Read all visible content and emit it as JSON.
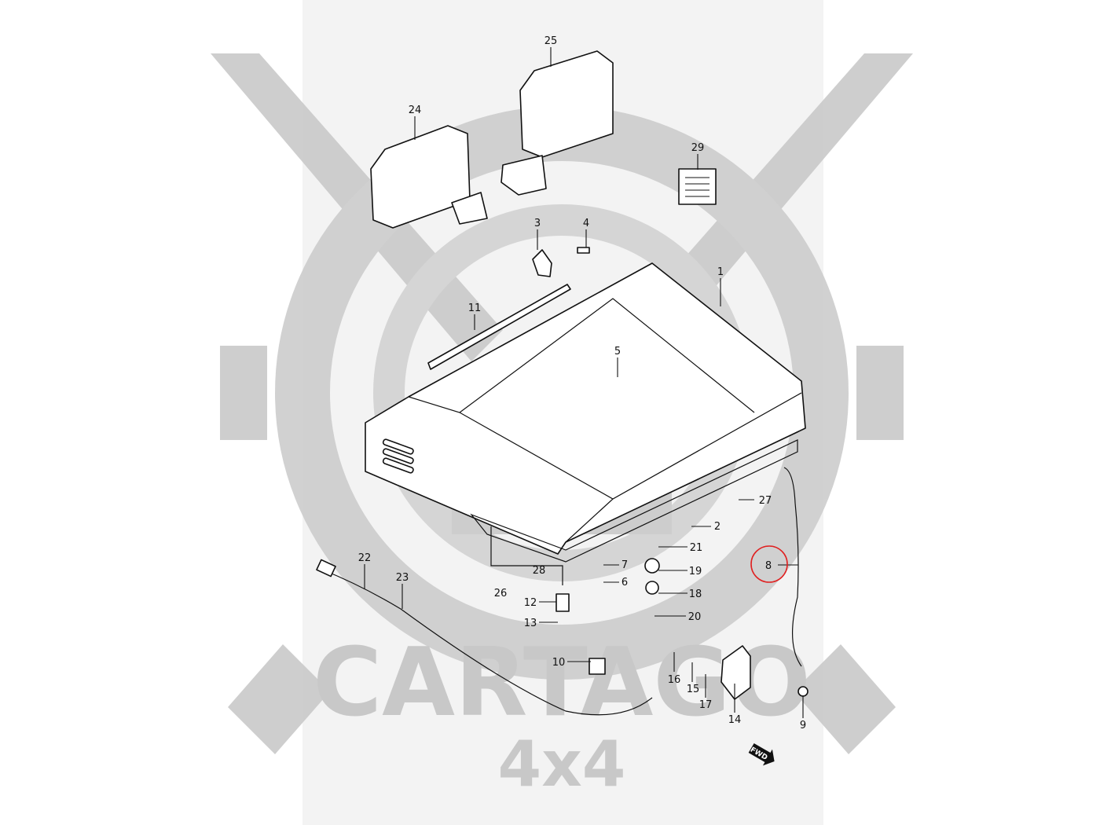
{
  "diagram": {
    "watermark": {
      "line1": "CARTAGO",
      "line2": "4x4"
    },
    "highlight_color": "#e02020",
    "highlighted_part": "8",
    "direction_marker": "FWD",
    "callouts": [
      "1",
      "2",
      "3",
      "4",
      "5",
      "6",
      "7",
      "8",
      "9",
      "10",
      "11",
      "12",
      "13",
      "14",
      "15",
      "16",
      "17",
      "18",
      "19",
      "20",
      "21",
      "22",
      "23",
      "24",
      "25",
      "26",
      "27",
      "28",
      "29"
    ]
  }
}
